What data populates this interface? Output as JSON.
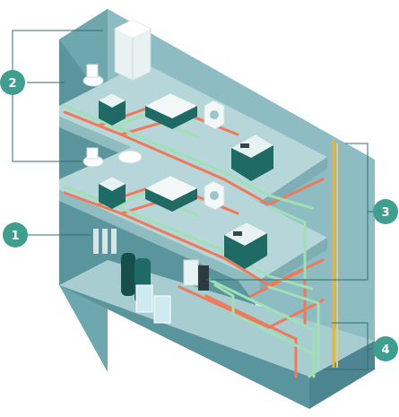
{
  "markers": [
    {
      "id": "marker-1",
      "label": "1"
    },
    {
      "id": "marker-2",
      "label": "2"
    },
    {
      "id": "marker-3",
      "label": "3"
    },
    {
      "id": "marker-4",
      "label": "4"
    }
  ],
  "colors": {
    "wall_dark": "#5f9aa3",
    "wall_mid": "#7fb2b9",
    "wall_light": "#9fc7cc",
    "floor": "#b6d6d9",
    "fixture": "#1f6a64",
    "fixture_dark": "#154e4a",
    "hot_pipe": "#ee7a5a",
    "cold_pipe": "#9fe0b6",
    "riser": "#e8b33c",
    "marker": "#3f9e8e",
    "callout_line": "#2f6f6b"
  }
}
